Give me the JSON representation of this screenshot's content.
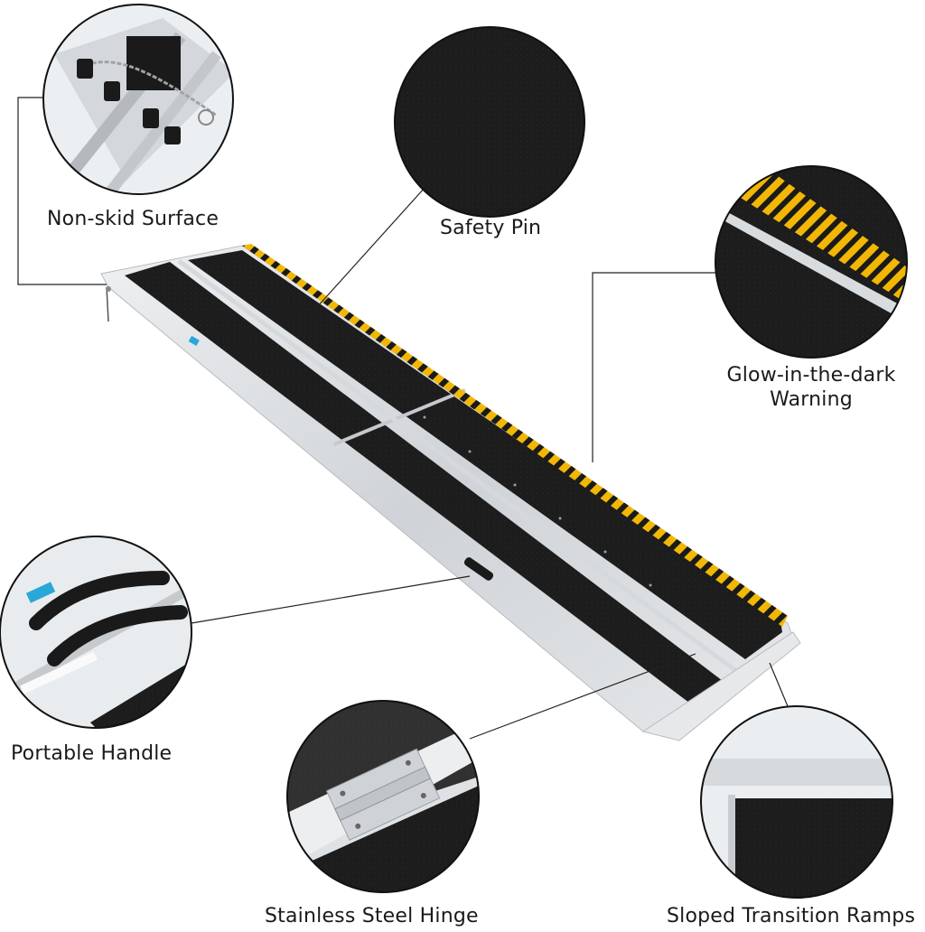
{
  "callouts": {
    "non_skid_surface": "Non-skid Surface",
    "safety_pin": "Safety Pin",
    "glow_warning_line1": "Glow-in-the-dark",
    "glow_warning_line2": "Warning",
    "portable_handle": "Portable Handle",
    "stainless_hinge": "Stainless Steel Hinge",
    "sloped_ramps": "Sloped Transition Ramps"
  },
  "colors": {
    "background": "#ffffff",
    "grip_surface": "#1c1c1c",
    "aluminum": "#d9dcdf",
    "warning_yellow": "#f2b705",
    "outline": "#111111"
  }
}
